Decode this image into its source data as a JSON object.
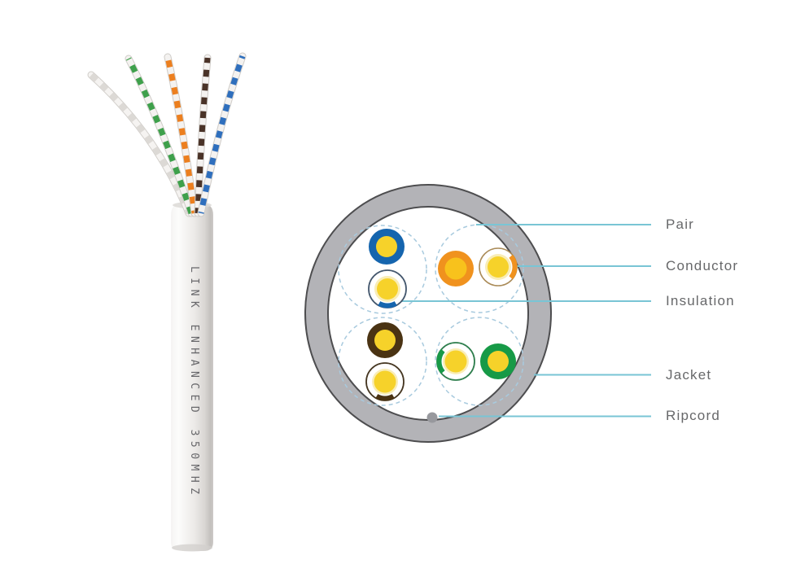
{
  "scene": {
    "description": "UTP network cable product photo with labelled cross-section diagram",
    "background": "#ffffff"
  },
  "cable_photo": {
    "jacket_text": "LINK ENHANCED 350MHZ",
    "pairs": [
      {
        "name": "white-pair",
        "color": "#dcd9d5"
      },
      {
        "name": "green-pair",
        "color": "#3ea04b"
      },
      {
        "name": "orange-pair",
        "color": "#ec7f1f"
      },
      {
        "name": "brown-pair",
        "color": "#4a3328"
      },
      {
        "name": "blue-pair",
        "color": "#2f6fbd"
      }
    ]
  },
  "cross_section": {
    "labels": [
      {
        "id": "pair",
        "text": "Pair"
      },
      {
        "id": "conductor",
        "text": "Conductor"
      },
      {
        "id": "insulation",
        "text": "Insulation"
      },
      {
        "id": "jacket",
        "text": "Jacket"
      },
      {
        "id": "ripcord",
        "text": "Ripcord"
      }
    ],
    "pair_colors": [
      "blue",
      "orange",
      "brown",
      "green"
    ],
    "colors": {
      "jacket_gray": "#b3b3b7",
      "outline_gray": "#4d4d4f",
      "insulation_yellow": "#f6d22a",
      "blue": "#1565ae",
      "orange": "#f0921e",
      "brown": "#4a3313",
      "green": "#179a47",
      "dashed_pair_circle": "#a8cade",
      "label_line": "#79c5d5",
      "label_text": "#67686a",
      "ripcord_dot": "#97989d"
    }
  }
}
